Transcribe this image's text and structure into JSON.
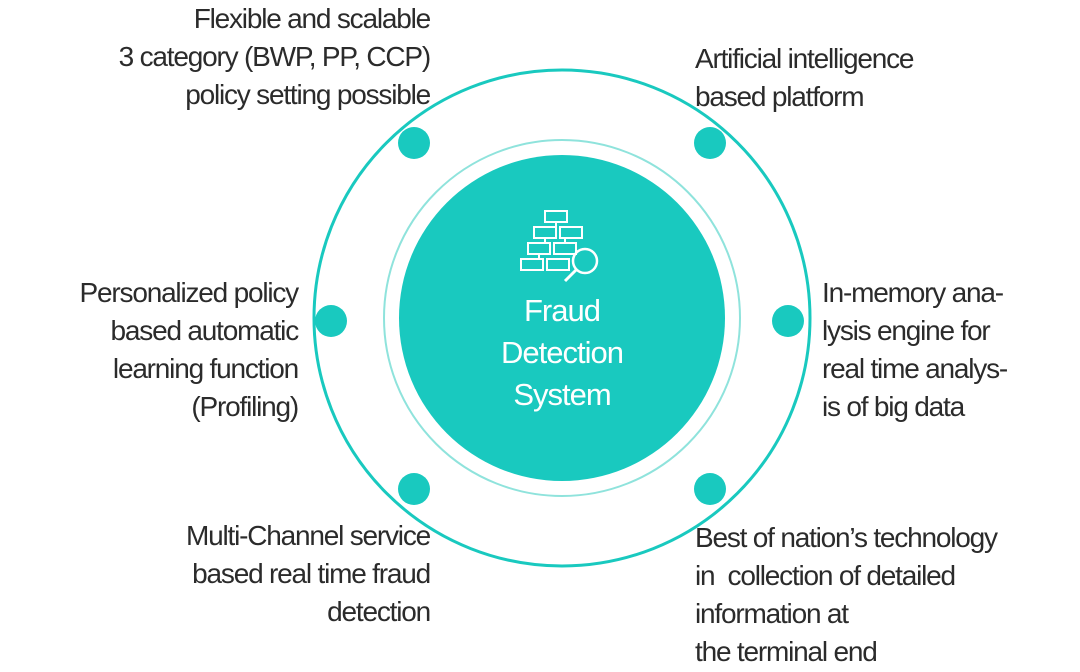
{
  "center": {
    "title": "Fraud\nDetection\nSystem",
    "icon": "hierarchy-search-icon"
  },
  "features": {
    "top_left": "Flexible and scalable\n3 category (BWP, PP, CCP)\npolicy setting possible",
    "top_right": "Artificial intelligence\nbased platform",
    "mid_left": "Personalized policy\nbased automatic\nlearning function\n(Profiling)",
    "mid_right": "In-memory ana-\nlysis engine for\nreal time analys-\nis of big data",
    "bottom_left": "Multi-Channel service\nbased real time fraud\ndetection",
    "bottom_right": "Best of nation’s technology\nin  collection of detailed\ninformation at\nthe terminal end"
  },
  "colors": {
    "teal": "#19c9bf",
    "ring_inner": "#8fe3dc",
    "text": "#2b2b2b",
    "white": "#ffffff"
  }
}
